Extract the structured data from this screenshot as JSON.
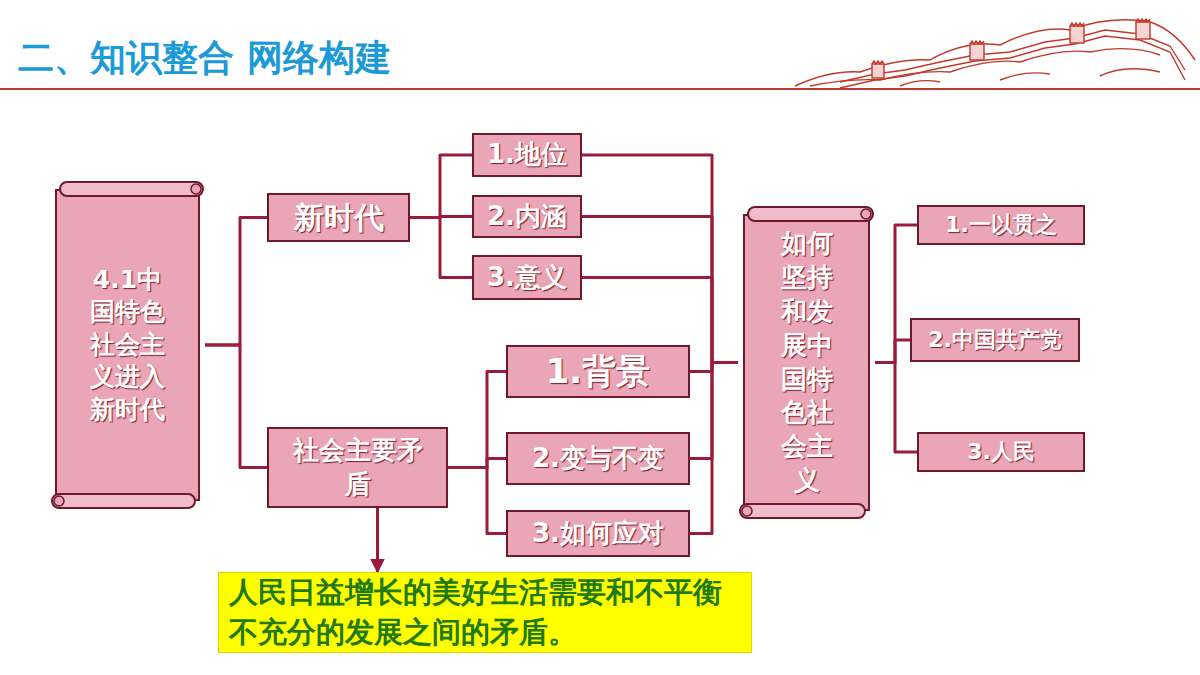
{
  "diagram": {
    "title": "二、知识整合 网络构建",
    "nodes": [
      {
        "text": [
          "4.1中国特色社会主义进入新时代"
        ]
      },
      {
        "text": [
          "新时代"
        ]
      },
      {
        "text": [
          "1.地位"
        ]
      },
      {
        "text": [
          "2.内涵"
        ]
      },
      {
        "text": [
          "3.意义"
        ]
      },
      {
        "text": [
          "社会主要矛盾"
        ]
      },
      {
        "text": [
          "1.背景"
        ]
      },
      {
        "text": [
          "2.变与不变"
        ]
      },
      {
        "text": [
          "3.如何应对"
        ]
      },
      {
        "text": [
          "如何坚持和发展中国特色社会主义"
        ]
      },
      {
        "text": [
          "1.一以贯之"
        ]
      },
      {
        "text": [
          "2.中国共产党"
        ]
      },
      {
        "text": [
          "3.人民"
        ]
      },
      {
        "text": [
          "人民日益增长的美好生活需要和不平衡不充分的发展之间的矛盾。"
        ]
      }
    ],
    "edges": [
      {
        "from": 0,
        "to": 1,
        "arrow": "none"
      },
      {
        "from": 0,
        "to": 5,
        "arrow": "none"
      },
      {
        "from": 1,
        "to": 2,
        "arrow": "none"
      },
      {
        "from": 1,
        "to": 3,
        "arrow": "none"
      },
      {
        "from": 1,
        "to": 4,
        "arrow": "none"
      },
      {
        "from": 5,
        "to": 6,
        "arrow": "none"
      },
      {
        "from": 5,
        "to": 7,
        "arrow": "none"
      },
      {
        "from": 5,
        "to": 8,
        "arrow": "none"
      },
      {
        "from": 5,
        "to": 13,
        "arrow": "to"
      },
      {
        "from": 2,
        "to": 9,
        "arrow": "none"
      },
      {
        "from": 3,
        "to": 9,
        "arrow": "none"
      },
      {
        "from": 4,
        "to": 9,
        "arrow": "none"
      },
      {
        "from": 6,
        "to": 9,
        "arrow": "none"
      },
      {
        "from": 7,
        "to": 9,
        "arrow": "none"
      },
      {
        "from": 8,
        "to": 9,
        "arrow": "none"
      },
      {
        "from": 9,
        "to": 10,
        "arrow": "none"
      },
      {
        "from": 9,
        "to": 11,
        "arrow": "none"
      },
      {
        "from": 9,
        "to": 12,
        "arrow": "none"
      }
    ]
  }
}
